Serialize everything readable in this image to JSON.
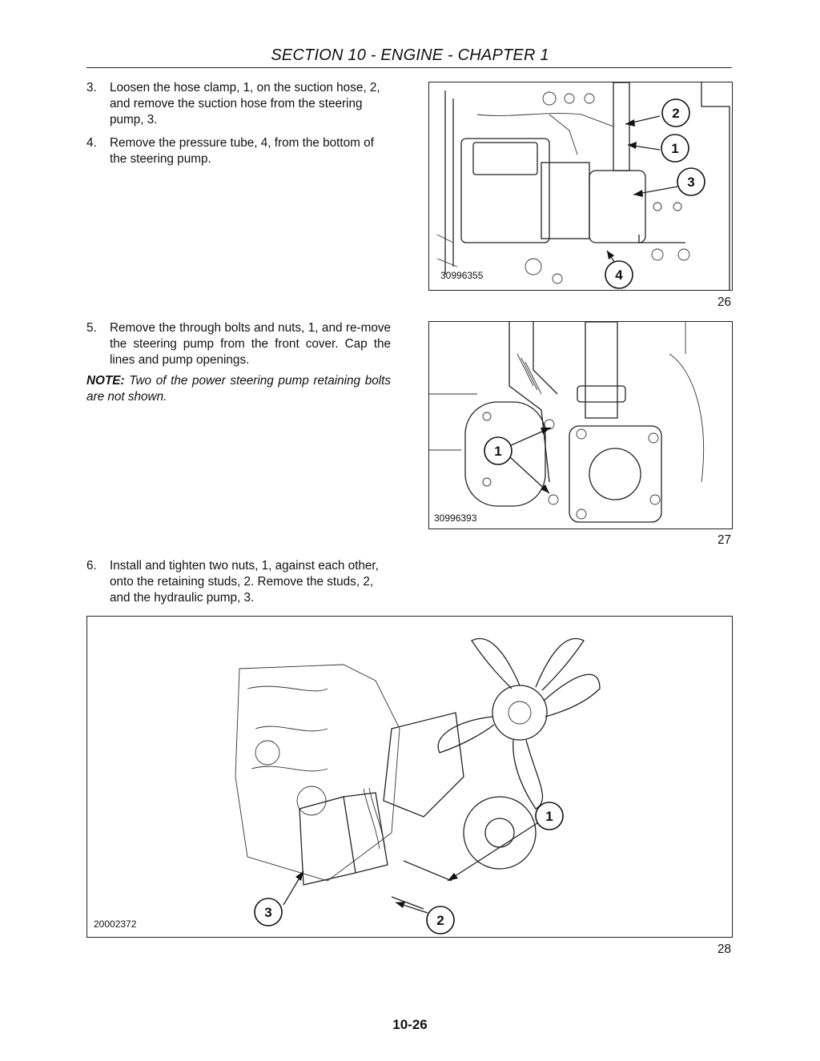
{
  "header": {
    "title": "SECTION 10 - ENGINE - CHAPTER 1"
  },
  "steps": [
    {
      "num": "3.",
      "text": "Loosen the hose clamp, 1, on the suction hose, 2, and remove the suction hose from the steering pump, 3."
    },
    {
      "num": "4.",
      "text": "Remove the pressure tube, 4, from the bottom of the steering pump."
    },
    {
      "num": "5.",
      "text": "Remove the through bolts and nuts, 1, and re-move the steering pump from the front cover. Cap the lines and pump openings."
    },
    {
      "num": "6.",
      "text": "Install and tighten two nuts, 1, against each other, onto the retaining studs, 2. Remove the studs, 2, and the hydraulic pump, 3."
    }
  ],
  "note": {
    "label": "NOTE:",
    "text": "Two of the power steering pump retaining bolts are not shown."
  },
  "figures": [
    {
      "number": "26",
      "code": "30996355",
      "callouts": [
        "2",
        "1",
        "3",
        "4"
      ]
    },
    {
      "number": "27",
      "code": "30996393",
      "callouts": [
        "1"
      ]
    },
    {
      "number": "28",
      "code": "20002372",
      "callouts": [
        "1",
        "3",
        "2"
      ]
    }
  ],
  "footer": {
    "page_number": "10-26"
  }
}
